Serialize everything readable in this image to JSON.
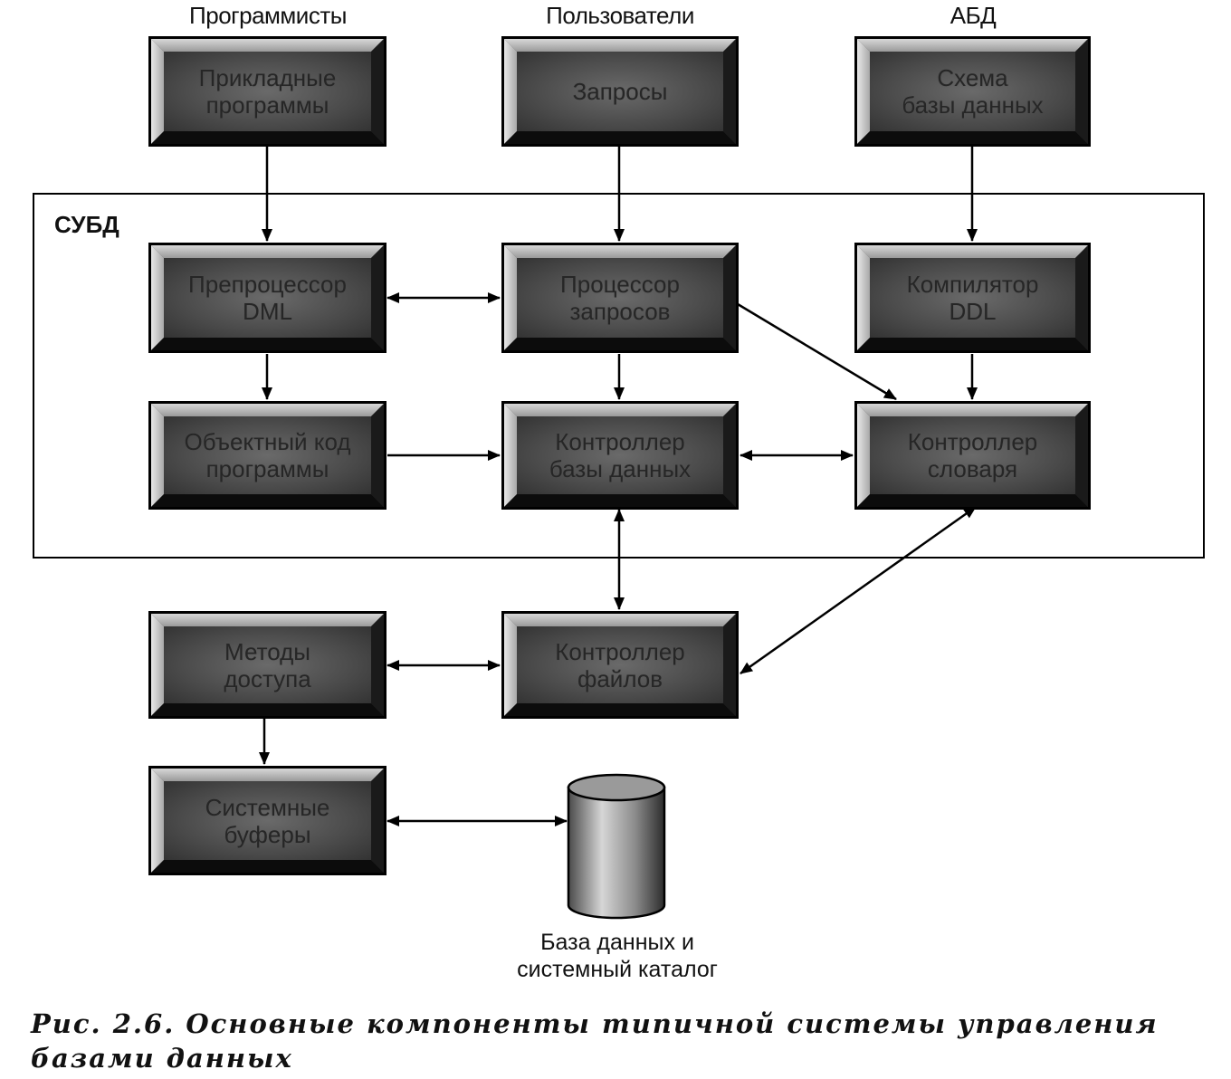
{
  "actors": {
    "programmers": "Программисты",
    "users": "Пользователи",
    "dba": "АБД"
  },
  "dbms_label": "СУБД",
  "boxes": {
    "app_programs": [
      "Прикладные",
      "программы"
    ],
    "queries": [
      "Запросы",
      ""
    ],
    "db_schema": [
      "Схема",
      "базы данных"
    ],
    "dml_preprocessor": [
      "Препроцессор",
      "DML"
    ],
    "query_processor": [
      "Процессор",
      "запросов"
    ],
    "ddl_compiler": [
      "Компилятор",
      "DDL"
    ],
    "object_code": [
      "Объектный код",
      "программы"
    ],
    "db_manager": [
      "Контроллер",
      "базы данных"
    ],
    "dictionary_manager": [
      "Контроллер",
      "словаря"
    ],
    "access_methods": [
      "Методы",
      "доступа"
    ],
    "file_manager": [
      "Контроллер",
      "файлов"
    ],
    "system_buffers": [
      "Системные",
      "буферы"
    ]
  },
  "database_label": [
    "База данных и",
    "системный каталог"
  ],
  "caption": "Рис. 2.6. Основные компоненты типичной системы управления базами данных"
}
